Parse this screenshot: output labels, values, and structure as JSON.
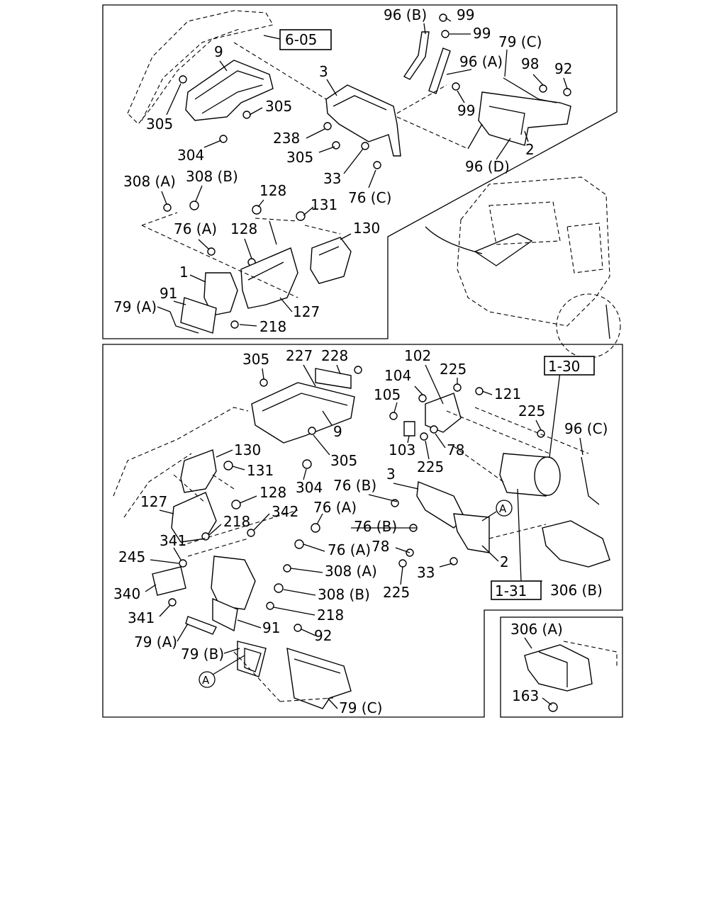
{
  "panels": {
    "top": {
      "refs": [
        "6-05"
      ],
      "labels": [
        "96 (B)",
        "99",
        "99",
        "79 (C)",
        "96 (A)",
        "98",
        "92",
        "9",
        "3",
        "305",
        "305",
        "305",
        "238",
        "304",
        "99",
        "2",
        "96 (D)",
        "33",
        "76 (C)",
        "308 (A)",
        "308 (B)",
        "128",
        "131",
        "130",
        "76 (A)",
        "128",
        "1",
        "91",
        "79 (A)",
        "127",
        "218"
      ]
    },
    "bottom": {
      "refs": [
        "1-30",
        "1-31"
      ],
      "circle_letter": "A",
      "labels": [
        "305",
        "227",
        "228",
        "102",
        "225",
        "104",
        "105",
        "121",
        "225",
        "96 (C)",
        "103",
        "78",
        "225",
        "9",
        "305",
        "130",
        "131",
        "304",
        "3",
        "76 (B)",
        "128",
        "127",
        "218",
        "342",
        "76 (A)",
        "341",
        "76 (B)",
        "76 (A)",
        "245",
        "78",
        "2",
        "33",
        "340",
        "308 (A)",
        "225",
        "308 (B)",
        "306 (B)",
        "341",
        "218",
        "91",
        "92",
        "79 (A)",
        "79 (B)",
        "79 (C)"
      ]
    },
    "inset": {
      "labels": [
        "306 (A)",
        "163"
      ]
    }
  }
}
